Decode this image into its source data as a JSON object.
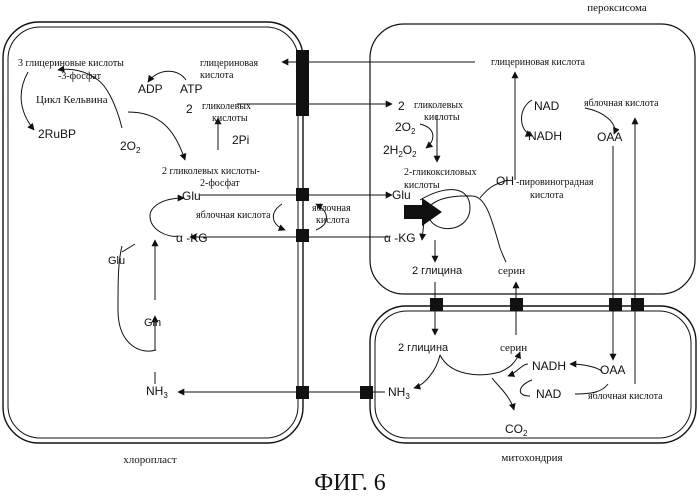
{
  "figure": {
    "caption": "ФИГ. 6"
  },
  "compartments": {
    "chloroplast": "хлоропласт",
    "peroxisome": "пероксисома",
    "mitochondrion": "митохондрия"
  },
  "chloroplast_labels": {
    "pga_line1": "3 глицериновые кислоты",
    "pga_line2": "-3-фосфат",
    "calvin": "Цикл Кельвина",
    "rubp": "2RuBP",
    "adp": "ADP",
    "atp": "ATP",
    "o2": "2O",
    "o2_sub": "2",
    "glyceric_acid_1": "глицериновая",
    "glyceric_acid_2": "кислота",
    "glycolic_num": "2",
    "glycolic_1": "гликолевых",
    "glycolic_2": "кислоты",
    "pi": "2Pi",
    "pglycolate_1": "2  гликолевых кислоты-",
    "pglycolate_2": "2-фосфат",
    "glu_top": "Glu",
    "malic_acid_left": "яблочная кислота",
    "akg_left": "α -KG",
    "glu_loop": "Glu",
    "gln": "Gln",
    "nh3": "NH",
    "nh3_sub": "3"
  },
  "transport_labels": {
    "malic_1": "яблочная",
    "malic_2": "кислота"
  },
  "peroxisome_labels": {
    "glyceric_acid": "глицериновая кислота",
    "glycolic_num": "2",
    "glycolic_1": "гликолевых",
    "glycolic_2": "кислоты",
    "o2": "2O",
    "o2_sub": "2",
    "h2o2": "2H",
    "h2o2_sub1": "2",
    "h2o2_mid": "O",
    "h2o2_sub2": "2",
    "glyoxylic_1": "2-гликоксиловых",
    "glyoxylic_2": "кислоты",
    "glu": "Glu",
    "akg": "α -KG",
    "oh": "OH",
    "pyruvic_1": "-пировиноградная",
    "pyruvic_2": "кислота",
    "nad": "NAD",
    "nadh": "NADH",
    "malic_acid": "яблочная кислота",
    "oaa": "OAA",
    "glycine": "2 глицина",
    "serine": "серин"
  },
  "mitochondrion_labels": {
    "glycine": "2  глицина",
    "serine": "серин",
    "nadh": "NADH",
    "nad": "NAD",
    "oaa": "OAA",
    "malic_acid": "яблочная кислота",
    "nh3": "NH",
    "nh3_sub": "3",
    "co2": "CO",
    "co2_sub": "2"
  }
}
